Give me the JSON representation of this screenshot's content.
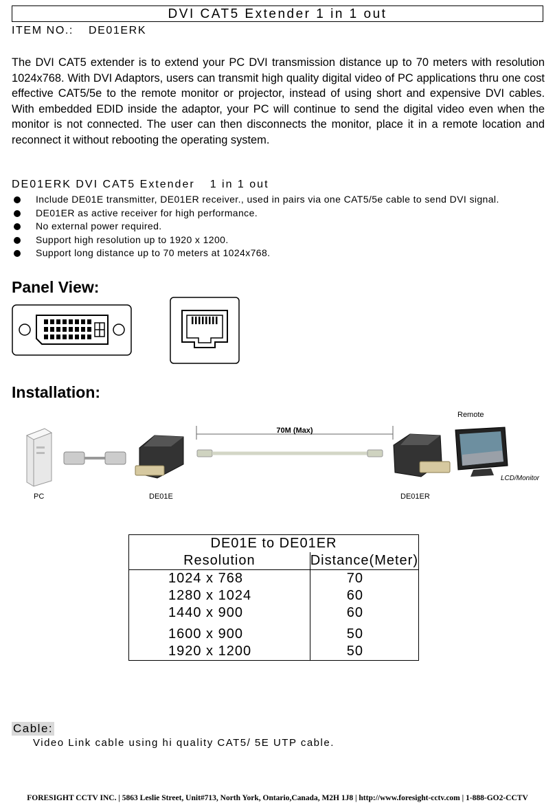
{
  "title": "DVI CAT5 Extender 1 in 1 out",
  "item": {
    "label": "ITEM NO.:",
    "value": "DE01ERK"
  },
  "intro": "The DVI CAT5 extender is to extend your PC DVI transmission distance up to 70 meters with resolution 1024x768.  With DVI Adaptors, users can transmit high quality digital video of PC applications thru one cost effective CAT5/5e to the remote monitor or projector, instead of using short and expensive DVI cables. With embedded EDID inside the adaptor, your PC will continue to send the digital video even when the monitor is not connected. The user can then disconnects the monitor, place it in a remote location and reconnect it without rebooting the operating system.",
  "spec": {
    "heading_a": "DE01ERK DVI CAT5 Extender",
    "heading_b": "1 in 1 out",
    "bullets": [
      "Include DE01E transmitter, DE01ER receiver., used in pairs via one CAT5/5e cable to send DVI signal.",
      "DE01ER as active receiver for high performance.",
      "No external power required.",
      "Support high resolution up to 1920 x 1200.",
      "Support long distance up to 70 meters at 1024x768."
    ]
  },
  "panel_heading": "Panel View:",
  "install_heading": "Installation:",
  "diagram": {
    "remote": "Remote",
    "distance": "70M (Max)",
    "pc": "PC",
    "tx": "DE01E",
    "rx": "DE01ER",
    "monitor": "LCD/Monitor"
  },
  "table": {
    "title": "DE01E to DE01ER",
    "col1": "Resolution",
    "col2": "Distance(Meter)",
    "rows": [
      {
        "res": "1024 x 768",
        "dist": "70"
      },
      {
        "res": "1280 x 1024",
        "dist": "60"
      },
      {
        "res": "1440 x 900",
        "dist": "60"
      },
      {
        "res": "1600 x 900",
        "dist": "50"
      },
      {
        "res": "1920 x 1200",
        "dist": "50"
      }
    ]
  },
  "cable": {
    "label": "Cable:",
    "text": "Video Link cable using hi quality CAT5/ 5E UTP cable."
  },
  "footer": "FORESIGHT CCTV INC. | 5863 Leslie Street, Unit#713, North York, Ontario,Canada, M2H 1J8 | http://www.foresight-cctv.com | 1-888-GO2-CCTV"
}
